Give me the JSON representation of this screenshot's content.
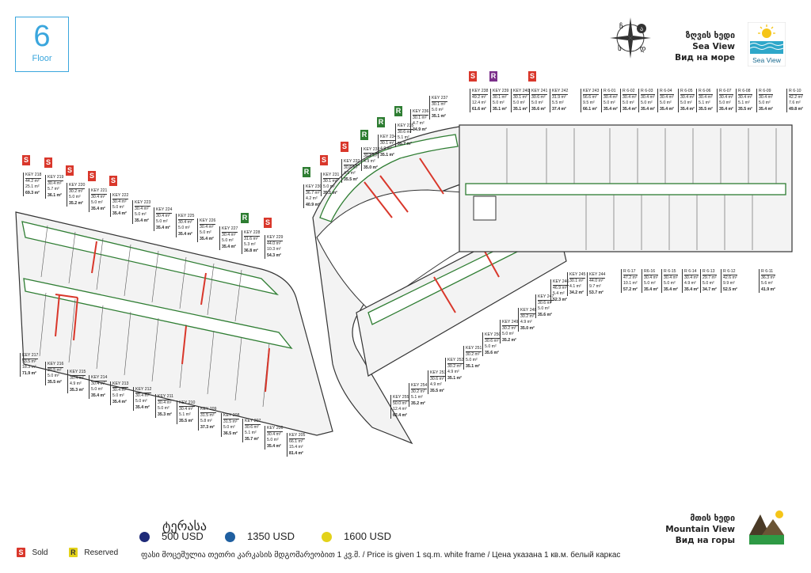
{
  "floor": {
    "number": "6",
    "label": "Floor"
  },
  "compass": {
    "letters": [
      "ჩ",
      "ა",
      "დ",
      "ს"
    ]
  },
  "sea_view": {
    "ka": "ზღვის ხედი",
    "en": "Sea View",
    "ru": "Вид на море",
    "icon_label": "Sea View"
  },
  "mountain_view": {
    "ka": "მთის ხედი",
    "en": "Mountain View",
    "ru": "Вид на горы"
  },
  "legend": {
    "price_title": "ტერასა",
    "prices": [
      {
        "label": "500 USD",
        "color": "#1e2a78"
      },
      {
        "label": "1350 USD",
        "color": "#1f5fa0"
      },
      {
        "label": "1600 USD",
        "color": "#e3d21a"
      }
    ],
    "status": [
      {
        "letter": "S",
        "label": "Sold",
        "color": "#d9372b"
      },
      {
        "letter": "R",
        "label": "Reserved",
        "color": "#e3d21a"
      }
    ],
    "note": "ფასი მოცემულია თეთრი კარკასის მდგომარეობით 1 კვ.მ. / Price is given 1 sq.m. white frame / Цена указана 1 кв.м. белый каркас"
  },
  "units": [
    {
      "key": "KEY 218",
      "a": "44.2 m²",
      "b": "25.1 m²",
      "t": "69.3 m²",
      "s": "S"
    },
    {
      "key": "KEY 219",
      "a": "30.4 m²",
      "b": "5.7 m²",
      "t": "36.1 m²",
      "s": "S"
    },
    {
      "key": "KEY 220",
      "a": "30.2 m²",
      "b": "5.0 m²",
      "t": "35.2 m²",
      "s": "S"
    },
    {
      "key": "KEY 221",
      "a": "30.4 m²",
      "b": "5.0 m²",
      "t": "35.4 m²",
      "s": "S"
    },
    {
      "key": "KEY 222",
      "a": "30.4 m²",
      "b": "5.0 m²",
      "t": "35.4 m²",
      "s": "S"
    },
    {
      "key": "KEY 223",
      "a": "30.4 m²",
      "b": "5.0 m²",
      "t": "35.4 m²",
      "s": ""
    },
    {
      "key": "KEY 224",
      "a": "30.4 m²",
      "b": "5.0 m²",
      "t": "35.4 m²",
      "s": ""
    },
    {
      "key": "KEY 225",
      "a": "30.4 m²",
      "b": "5.0 m²",
      "t": "35.4 m²",
      "s": ""
    },
    {
      "key": "KEY 226",
      "a": "30.4 m²",
      "b": "5.0 m²",
      "t": "35.4 m²",
      "s": ""
    },
    {
      "key": "KEY 227",
      "a": "30.4 m²",
      "b": "5.0 m²",
      "t": "35.4 m²",
      "s": ""
    },
    {
      "key": "KEY 228",
      "a": "31.6 m²",
      "b": "5.3 m²",
      "t": "36.8 m²",
      "s": "R"
    },
    {
      "key": "KEY 229",
      "a": "44.0 m²",
      "b": "10.3 m²",
      "t": "54.3 m²",
      "s": "S"
    },
    {
      "key": "KEY 230",
      "a": "36.7 m²",
      "b": "4.2 m²",
      "t": "40.9 m²",
      "s": "R"
    },
    {
      "key": "KEY 231",
      "a": "30.1 m²",
      "b": "5.0 m²",
      "t": "35.1 m²",
      "s": "S"
    },
    {
      "key": "KEY 232",
      "a": "30.6 m²",
      "b": "4.9 m²",
      "t": "35.5 m²",
      "s": "S"
    },
    {
      "key": "KEY 233",
      "a": "30.1 m²",
      "b": "4.9 m²",
      "t": "35.0 m²",
      "s": "R"
    },
    {
      "key": "KEY 234",
      "a": "30.1 m²",
      "b": "4.9 m²",
      "t": "35.1 m²",
      "s": "R"
    },
    {
      "key": "KEY 235",
      "a": "30.6 m²",
      "b": "5.1 m²",
      "t": "35.7 m²",
      "s": "R"
    },
    {
      "key": "KEY 236",
      "a": "30.1 m²",
      "b": "4.7 m²",
      "t": "34.9 m²",
      "s": ""
    },
    {
      "key": "KEY 237",
      "a": "30.1 m²",
      "b": "5.0 m²",
      "t": "35.1 m²",
      "s": ""
    },
    {
      "key": "KEY 238",
      "a": "49.2 m²",
      "b": "12.4 m²",
      "t": "61.6 m²",
      "s": "S"
    },
    {
      "key": "KEY 239",
      "a": "30.1 m²",
      "b": "5.0 m²",
      "t": "35.1 m²",
      "s": "R2"
    },
    {
      "key": "KEY 240",
      "a": "30.1 m²",
      "b": "5.0 m²",
      "t": "35.1 m²",
      "s": ""
    },
    {
      "key": "KEY 241",
      "a": "30.6 m²",
      "b": "5.0 m²",
      "t": "35.6 m²",
      "s": "S"
    },
    {
      "key": "KEY 242",
      "a": "31.9 m²",
      "b": "5.5 m²",
      "t": "37.4 m²",
      "s": ""
    },
    {
      "key": "KEY 243",
      "a": "56.6 m²",
      "b": "9.5 m²",
      "t": "66.1 m²",
      "s": ""
    },
    {
      "key": "R 6-01",
      "a": "30.4 m²",
      "b": "5.0 m²",
      "t": "35.4 m²",
      "s": ""
    },
    {
      "key": "R 6-02",
      "a": "30.4 m²",
      "b": "5.0 m²",
      "t": "35.4 m²",
      "s": ""
    },
    {
      "key": "R 6-03",
      "a": "30.4 m²",
      "b": "5.0 m²",
      "t": "35.4 m²",
      "s": ""
    },
    {
      "key": "R 6-04",
      "a": "30.4 m²",
      "b": "5.0 m²",
      "t": "35.4 m²",
      "s": ""
    },
    {
      "key": "R 6-05",
      "a": "30.4 m²",
      "b": "5.0 m²",
      "t": "35.4 m²",
      "s": ""
    },
    {
      "key": "R 6-06",
      "a": "30.4 m²",
      "b": "5.1 m²",
      "t": "35.5 m²",
      "s": ""
    },
    {
      "key": "R 6-07",
      "a": "30.4 m²",
      "b": "5.0 m²",
      "t": "35.4 m²",
      "s": ""
    },
    {
      "key": "R 6-08",
      "a": "30.4 m²",
      "b": "5.1 m²",
      "t": "35.5 m²",
      "s": ""
    },
    {
      "key": "R 6-09",
      "a": "30.4 m²",
      "b": "5.0 m²",
      "t": "35.4 m²",
      "s": ""
    },
    {
      "key": "R 6-10",
      "a": "42.2 m²",
      "b": "7.6 m²",
      "t": "49.8 m²",
      "s": ""
    },
    {
      "key": "KEY 217",
      "a": "53.5 m²",
      "b": "18.3 m²",
      "t": "71.9 m²",
      "s": ""
    },
    {
      "key": "KEY 216",
      "a": "30.5 m²",
      "b": "5.0 m²",
      "t": "35.5 m²",
      "s": ""
    },
    {
      "key": "KEY 215",
      "a": "30.4 m²",
      "b": "4.9 m²",
      "t": "35.3 m²",
      "s": ""
    },
    {
      "key": "KEY 214",
      "a": "30.4 m²",
      "b": "5.0 m²",
      "t": "35.4 m²",
      "s": ""
    },
    {
      "key": "KEY 213",
      "a": "30.4 m²",
      "b": "5.0 m²",
      "t": "35.4 m²",
      "s": ""
    },
    {
      "key": "KEY 212",
      "a": "30.4 m²",
      "b": "5.0 m²",
      "t": "35.4 m²",
      "s": ""
    },
    {
      "key": "KEY 211",
      "a": "30.4 m²",
      "b": "5.0 m²",
      "t": "35.3 m²",
      "s": ""
    },
    {
      "key": "KEY 210",
      "a": "30.4 m²",
      "b": "5.1 m²",
      "t": "35.5 m²",
      "s": ""
    },
    {
      "key": "KEY 209",
      "a": "31.5 m²",
      "b": "5.8 m²",
      "t": "37.3 m²",
      "s": ""
    },
    {
      "key": "KEY 208",
      "a": "31.5 m²",
      "b": "5.0 m²",
      "t": "36.5 m²",
      "s": ""
    },
    {
      "key": "KEY 207",
      "a": "30.6 m²",
      "b": "5.1 m²",
      "t": "35.7 m²",
      "s": ""
    },
    {
      "key": "KEY 206",
      "a": "30.4 m²",
      "b": "5.0 m²",
      "t": "35.4 m²",
      "s": ""
    },
    {
      "key": "KEY 205",
      "a": "66.1 m²",
      "b": "15.4 m²",
      "t": "81.4 m²",
      "s": ""
    },
    {
      "key": "KEY 255",
      "a": "50.0 m²",
      "b": "12.4 m²",
      "t": "62.4 m²",
      "s": ""
    },
    {
      "key": "KEY 254",
      "a": "30.2 m²",
      "b": "5.1 m²",
      "t": "35.2 m²",
      "s": ""
    },
    {
      "key": "KEY 253",
      "a": "30.6 m²",
      "b": "4.9 m²",
      "t": "35.5 m²",
      "s": ""
    },
    {
      "key": "KEY 252",
      "a": "30.2 m²",
      "b": "4.9 m²",
      "t": "35.1 m²",
      "s": ""
    },
    {
      "key": "KEY 251",
      "a": "30.2 m²",
      "b": "5.0 m²",
      "t": "35.1 m²",
      "s": ""
    },
    {
      "key": "KEY 250",
      "a": "30.6 m²",
      "b": "5.0 m²",
      "t": "35.6 m²",
      "s": ""
    },
    {
      "key": "KEY 249",
      "a": "30.2 m²",
      "b": "5.0 m²",
      "t": "35.2 m²",
      "s": ""
    },
    {
      "key": "KEY 248",
      "a": "30.2 m²",
      "b": "4.9 m²",
      "t": "35.0 m²",
      "s": ""
    },
    {
      "key": "KEY 247",
      "a": "30.6 m²",
      "b": "5.0 m²",
      "t": "35.6 m²",
      "s": ""
    },
    {
      "key": "KEY 246",
      "a": "46.9 m²",
      "b": "5.4 m²",
      "t": "52.3 m²",
      "s": ""
    },
    {
      "key": "KEY 245",
      "a": "30.1 m²",
      "b": "4.1 m²",
      "t": "34.2 m²",
      "s": ""
    },
    {
      "key": "KEY 244",
      "a": "44.0 m²",
      "b": "9.7 m²",
      "t": "53.7 m²",
      "s": ""
    },
    {
      "key": "R 6-17",
      "a": "47.2 m²",
      "b": "10.1 m²",
      "t": "57.2 m²",
      "s": ""
    },
    {
      "key": "R6-16",
      "a": "30.4 m²",
      "b": "5.0 m²",
      "t": "35.4 m²",
      "s": ""
    },
    {
      "key": "R 6-15",
      "a": "30.4 m²",
      "b": "5.0 m²",
      "t": "35.4 m²",
      "s": ""
    },
    {
      "key": "R 6-14",
      "a": "30.4 m²",
      "b": "4.9 m²",
      "t": "35.4 m²",
      "s": ""
    },
    {
      "key": "R 6-13",
      "a": "29.7 m²",
      "b": "5.0 m²",
      "t": "34.7 m²",
      "s": ""
    },
    {
      "key": "R 6-12",
      "a": "42.6 m²",
      "b": "9.9 m²",
      "t": "52.5 m²",
      "s": ""
    },
    {
      "key": "R 6-11",
      "a": "36.3 m²",
      "b": "5.6 m²",
      "t": "41.9 m²",
      "s": ""
    }
  ]
}
